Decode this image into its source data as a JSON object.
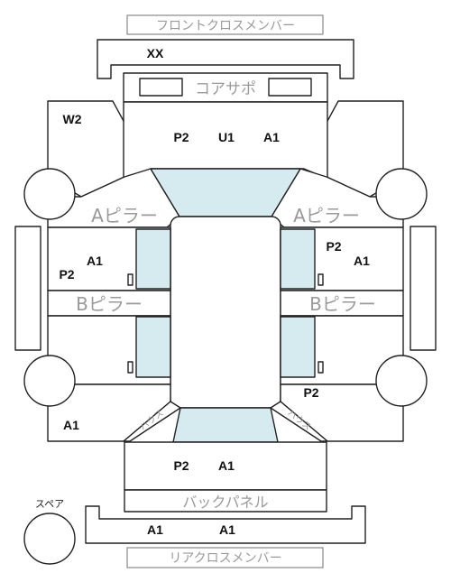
{
  "labels": {
    "front_cross_member": "フロントクロスメンバー",
    "core_support": "コアサポ",
    "a_pillar": "Aピラー",
    "b_pillar": "Bピラー",
    "back_panel": "バックパネル",
    "rear_cross_member": "リアクロスメンバー",
    "spare": "スペア",
    "strut_house": "ハウス"
  },
  "codes": {
    "front_bar": "XX",
    "left_fender": "W2",
    "hood_p2": "P2",
    "hood_u1": "U1",
    "hood_a1": "A1",
    "fl_door_a1": "A1",
    "fl_door_p2": "P2",
    "fr_door_p2": "P2",
    "fr_door_a1": "A1",
    "rr_door_p2": "P2",
    "rl_quarter_a1": "A1",
    "trunk_p2": "P2",
    "trunk_a1": "A1",
    "rear_bumper_a1_left": "A1",
    "rear_bumper_a1_right": "A1"
  },
  "colors": {
    "glass": "#d6ebf0",
    "outline": "#222222",
    "ghost_text": "#9a9a9a"
  }
}
